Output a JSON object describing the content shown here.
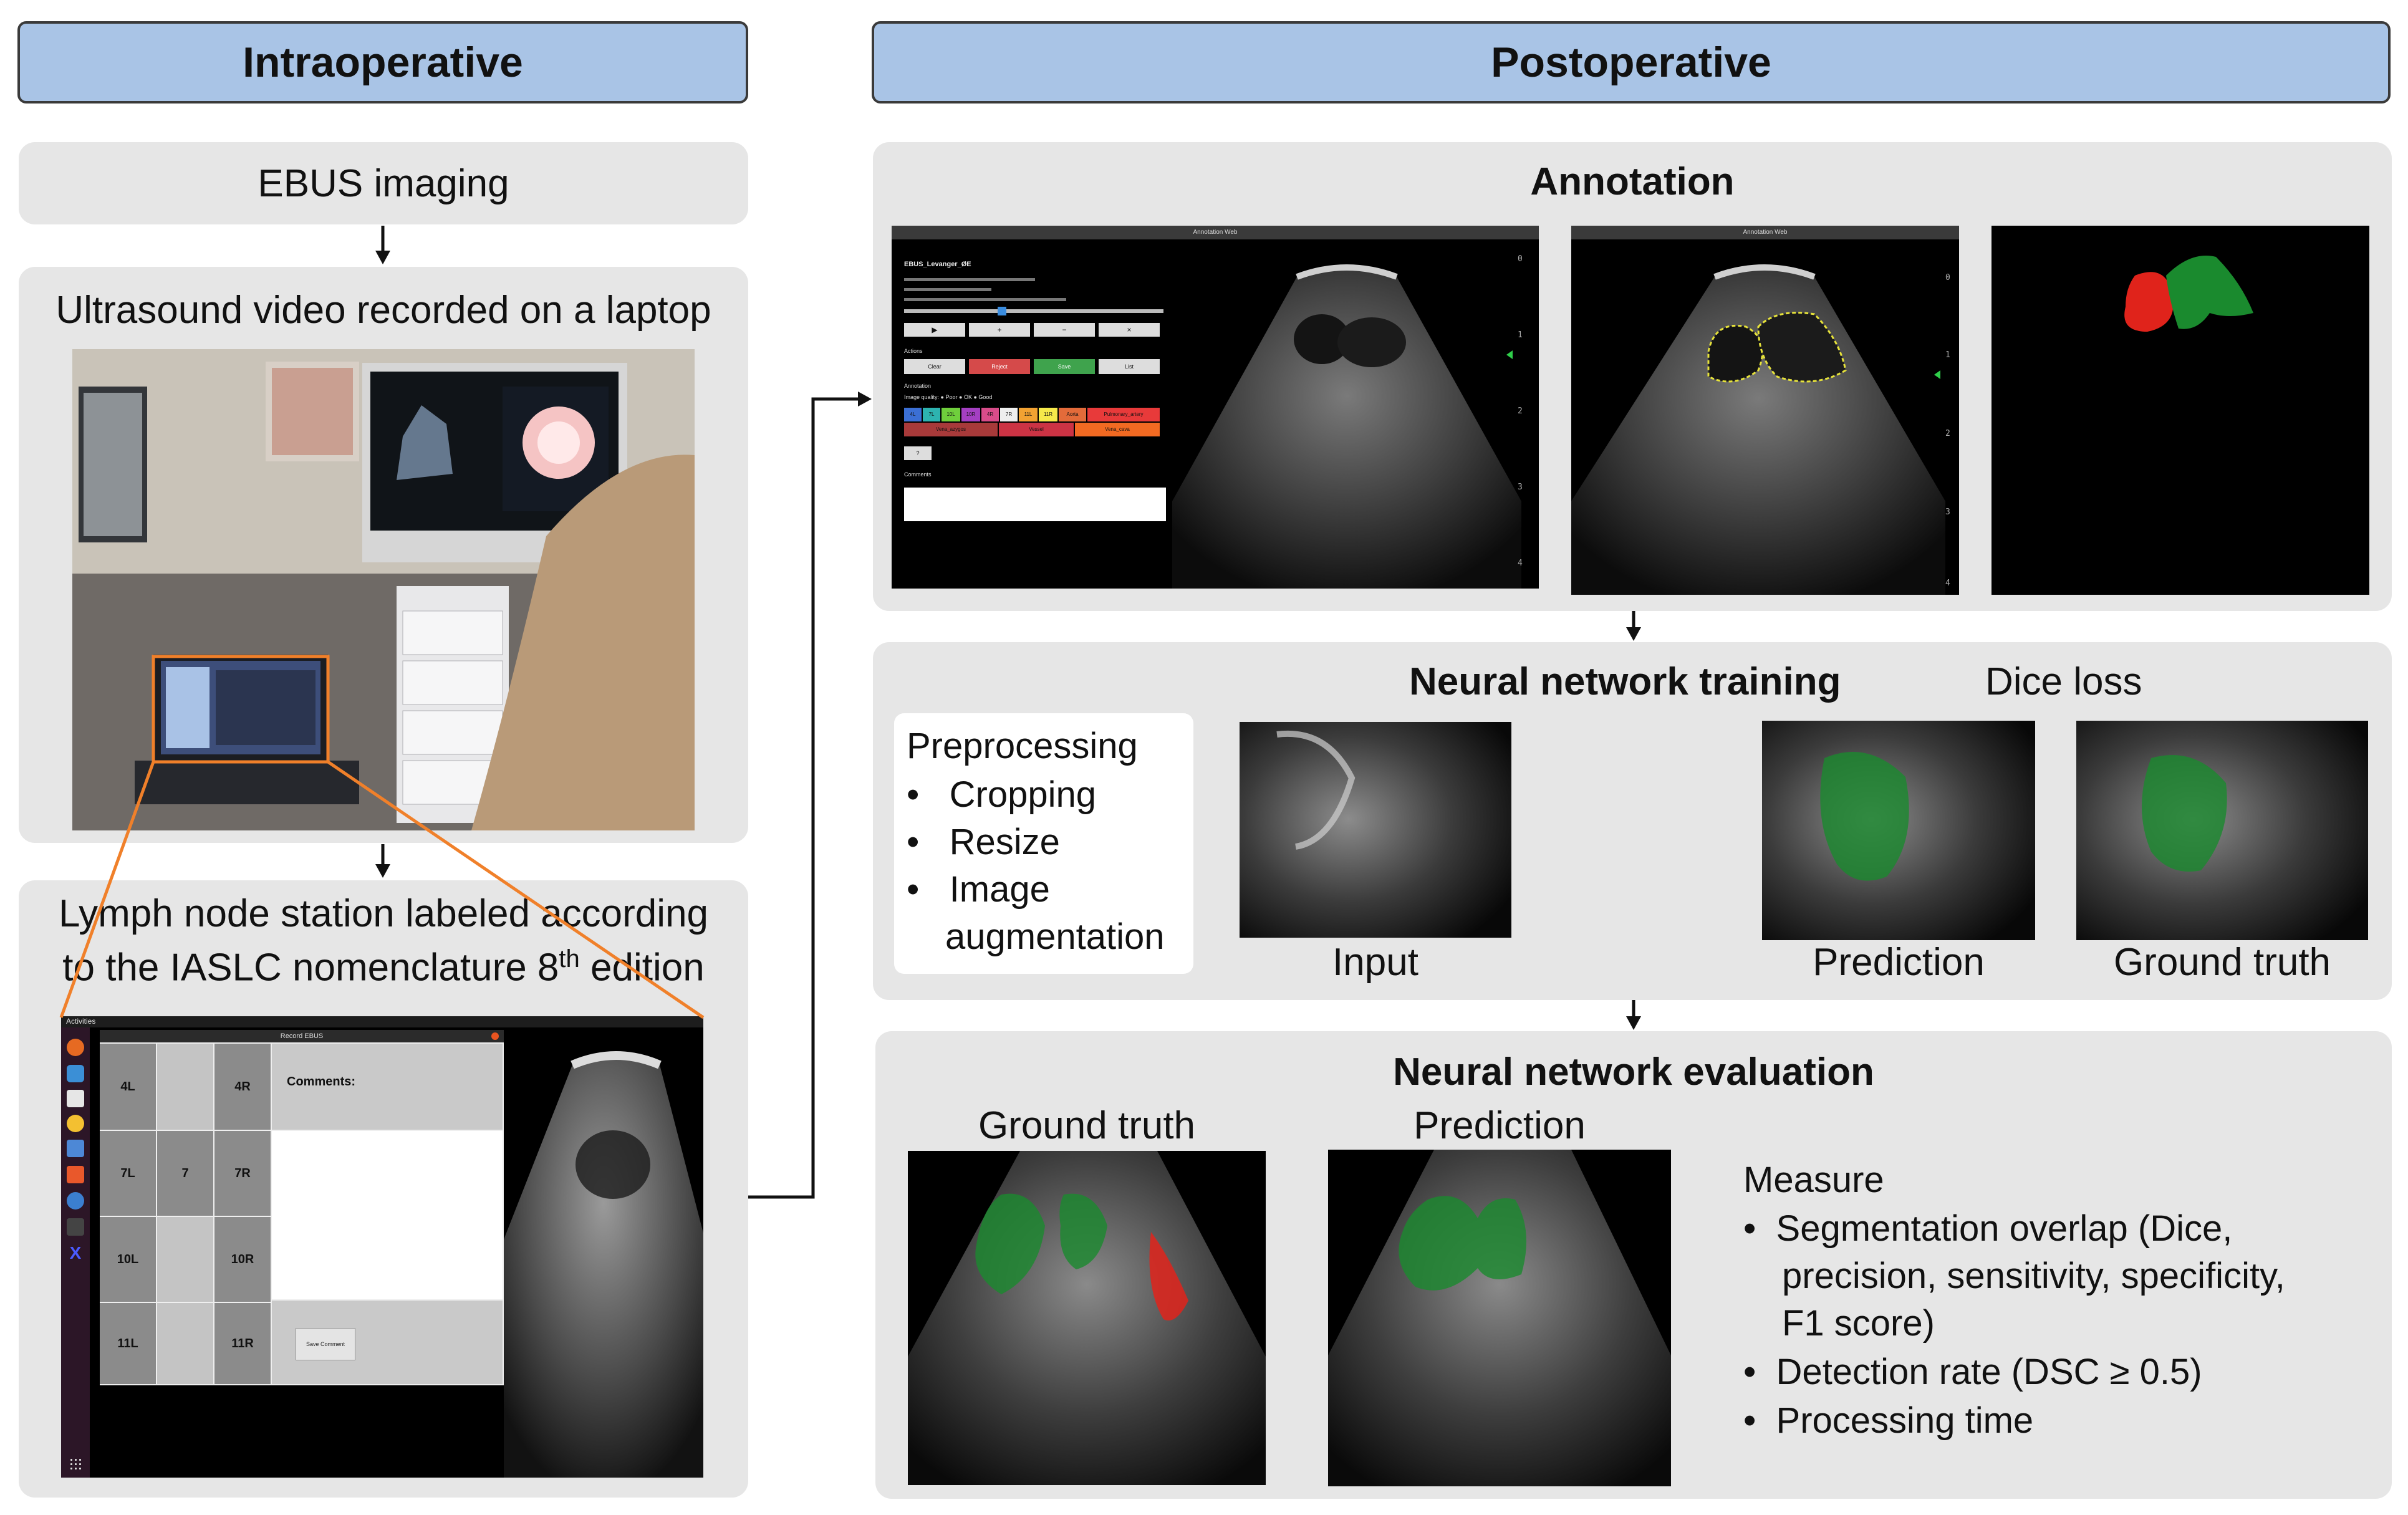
{
  "headers": {
    "intraoperative": "Intraoperative",
    "postoperative": "Postoperative"
  },
  "intra": {
    "ebus_imaging": "EBUS imaging",
    "video_recorded": "Ultrasound video recorded on a laptop",
    "lymph_line1": "Lymph node station labeled according",
    "lymph_line2_pre": "to the IASLC nomenclature 8",
    "lymph_line2_sup": "th",
    "lymph_line2_post": " edition",
    "label_app": {
      "activities": "Activities",
      "window_title": "Record EBUS",
      "comments_label": "Comments:",
      "save_button": "Save Comment",
      "stations": [
        "4L",
        "4R",
        "7L",
        "7",
        "7R",
        "10L",
        "10R",
        "11L",
        "11R"
      ]
    }
  },
  "annotation": {
    "title": "Annotation",
    "web_title": "Annotation Web",
    "patient": "EBUS_Levanger_ØE",
    "actions_label": "Actions",
    "action_buttons": [
      "Clear",
      "Reject",
      "Save",
      "List"
    ],
    "annotation_label": "Annotation",
    "quality_label": "Image quality:",
    "quality_options": [
      "Poor",
      "OK",
      "Good"
    ],
    "comments_label": "Comments",
    "class_buttons": [
      "4L",
      "7L",
      "10L",
      "10R",
      "4R",
      "7R",
      "11L",
      "11R",
      "Aorta",
      "Pulmonary_artery"
    ],
    "class_buttons_row2": [
      "Vena_azygos",
      "Vessel",
      "Vena_cava"
    ],
    "help_button": "?",
    "depth_ticks": [
      "0",
      "1",
      "2",
      "3",
      "4"
    ]
  },
  "training": {
    "title": "Neural network training",
    "dice_loss": "Dice loss",
    "preprocessing_title": "Preprocessing",
    "preprocessing_items": [
      "Cropping",
      "Resize",
      "Image"
    ],
    "preprocessing_item3_cont": "augmentation",
    "input_label": "Input",
    "prediction_label": "Prediction",
    "ground_truth_label": "Ground truth"
  },
  "evaluation": {
    "title": "Neural network evaluation",
    "ground_truth_label": "Ground truth",
    "prediction_label": "Prediction",
    "measure_title": "Measure",
    "measure_lines": [
      "Segmentation overlap (Dice,",
      "precision, sensitivity, specificity,",
      "F1 score)",
      "Detection rate (DSC ≥ 0.5)",
      "Processing time"
    ]
  },
  "colors": {
    "header_fill": "#a9c4e6",
    "panel_fill": "#e6e6e6",
    "highlight_orange": "#f0802a",
    "segment_green": "#1a8a2e",
    "segment_red": "#e0231b"
  }
}
